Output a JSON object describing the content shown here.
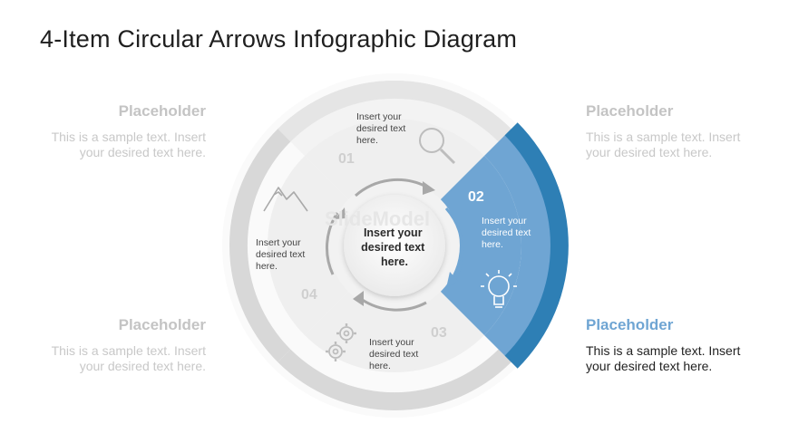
{
  "title": "4-Item Circular Arrows Infographic Diagram",
  "placeholders": {
    "top_left": {
      "heading": "Placeholder",
      "body": "This is a sample text. Insert your desired text here."
    },
    "bottom_left": {
      "heading": "Placeholder",
      "body": "This is a sample text. Insert your desired text here."
    },
    "top_right": {
      "heading": "Placeholder",
      "body": "This is a sample text. Insert your desired text here."
    },
    "bottom_right": {
      "heading": "Placeholder",
      "body": "This is a sample text. Insert your desired text here."
    }
  },
  "segments": [
    {
      "number": "01",
      "lines": [
        "Insert your",
        "desired text",
        "here."
      ],
      "icon": "magnifier-icon"
    },
    {
      "number": "02",
      "lines": [
        "Insert your",
        "desired text",
        "here."
      ],
      "icon": "lightbulb-icon"
    },
    {
      "number": "03",
      "lines": [
        "Insert your",
        "desired text",
        "here."
      ],
      "icon": "gears-icon"
    },
    {
      "number": "04",
      "lines": [
        "Insert your",
        "desired text",
        "here."
      ],
      "icon": "mountain-icon"
    }
  ],
  "center": {
    "lines": [
      "Insert your",
      "desired text",
      "here."
    ]
  },
  "watermark": "SlideModel",
  "colors": {
    "accent": "#6fa5d3",
    "accent_dark": "#2e7fb5",
    "segment": "#efefef",
    "segment_rim": "#d9d9d9",
    "placeholder_gray": "#c4c4c4"
  }
}
